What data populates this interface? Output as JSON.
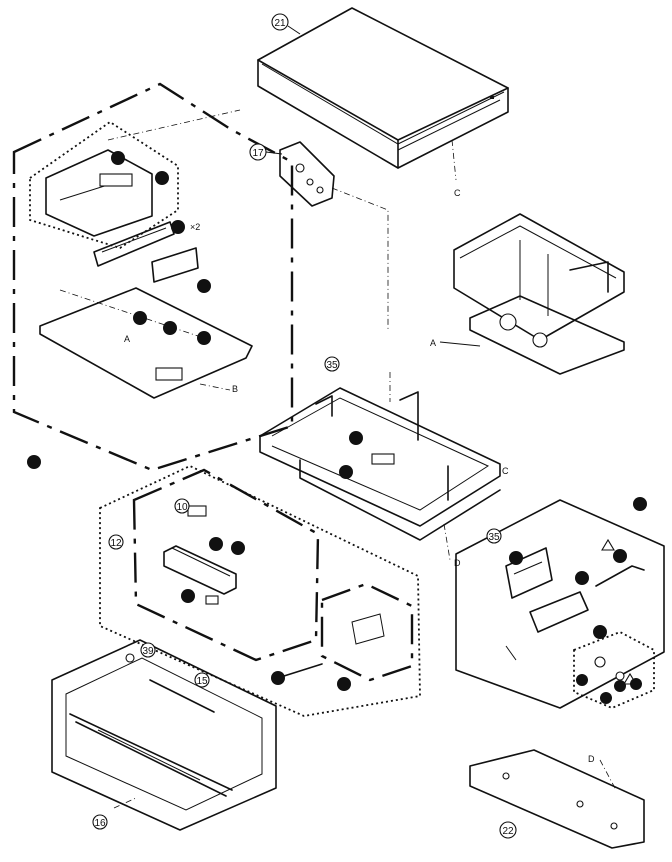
{
  "labels": {
    "l21": "21",
    "l17": "17",
    "l15": "15",
    "l10": "10",
    "l12": "12",
    "l16": "16",
    "l22": "22",
    "l35a": "35",
    "l35b": "35",
    "l39": "39",
    "note_x2": "×2",
    "letter_a1": "A",
    "letter_a2": "A",
    "letter_b": "B",
    "letter_c1": "C",
    "letter_c2": "C",
    "letter_d1": "D",
    "letter_d2": "D"
  }
}
